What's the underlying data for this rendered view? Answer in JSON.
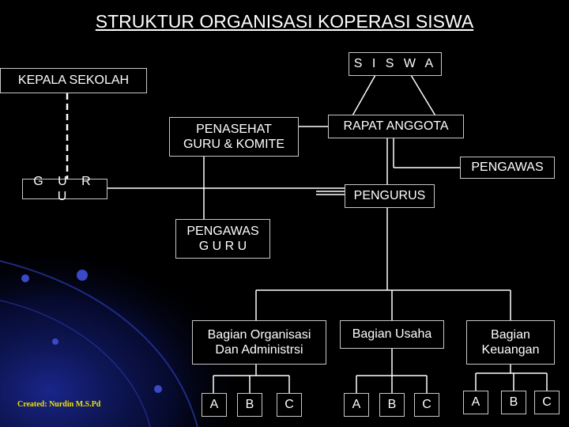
{
  "title": "STRUKTUR ORGANISASI KOPERASI SISWA",
  "nodes": {
    "siswa": "S I S W A",
    "kepala_sekolah": "KEPALA SEKOLAH",
    "rapat_anggota": "RAPAT ANGGOTA",
    "penasehat": "PENASEHAT\nGURU & KOMITE",
    "pengawas": "PENGAWAS",
    "guru": "G U R U",
    "pengurus": "PENGURUS",
    "pengawas_guru": "PENGAWAS\nG U R U",
    "bagian_organisasi": "Bagian Organisasi\nDan Administrsi",
    "bagian_usaha": "Bagian Usaha",
    "bagian_keuangan": "Bagian\nKeuangan"
  },
  "sub_units": {
    "organisasi": [
      "A",
      "B",
      "C"
    ],
    "usaha": [
      "A",
      "B",
      "C"
    ],
    "keuangan": [
      "A",
      "B",
      "C"
    ]
  },
  "credit": "Created: Nurdin M.S.Pd",
  "colors": {
    "background": "#000000",
    "line": "#ffffff",
    "accent": "#1a237e",
    "credit": "#f2e000"
  }
}
